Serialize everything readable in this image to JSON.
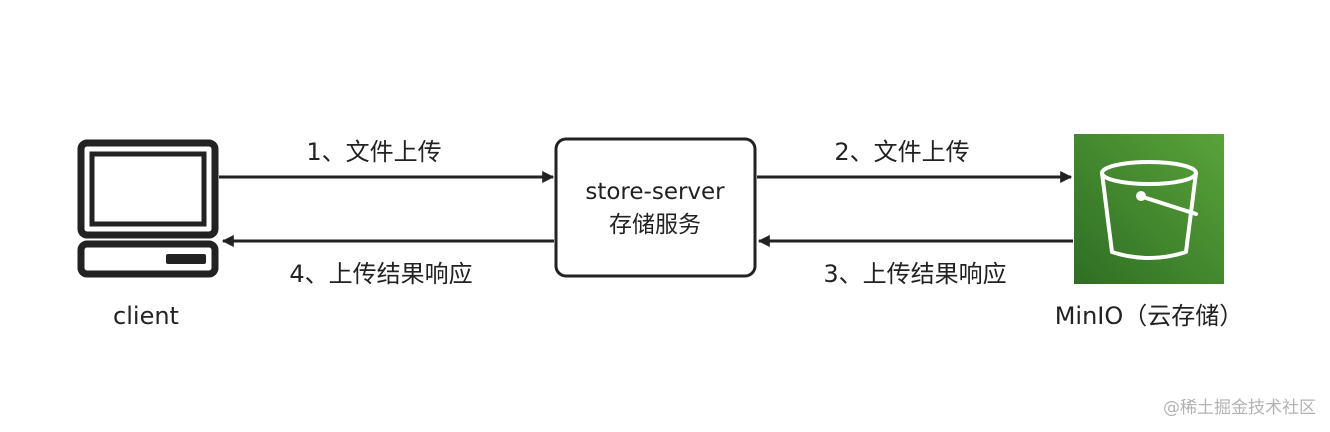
{
  "nodes": {
    "client": {
      "label": "client"
    },
    "server": {
      "line1": "store-server",
      "line2": "存储服务"
    },
    "minio": {
      "label": "MinIO（云存储）"
    }
  },
  "edges": {
    "step1": "1、文件上传",
    "step2": "2、文件上传",
    "step3": "3、上传结果响应",
    "step4": "4、上传结果响应"
  },
  "colors": {
    "line": "#222222",
    "bucket_green_top": "#5aa33a",
    "bucket_green_bottom": "#2e6e23",
    "watermark": "#b3b3b3"
  },
  "icons": {
    "client": "computer-terminal-icon",
    "minio": "storage-bucket-icon"
  },
  "watermark": "@稀土掘金技术社区"
}
